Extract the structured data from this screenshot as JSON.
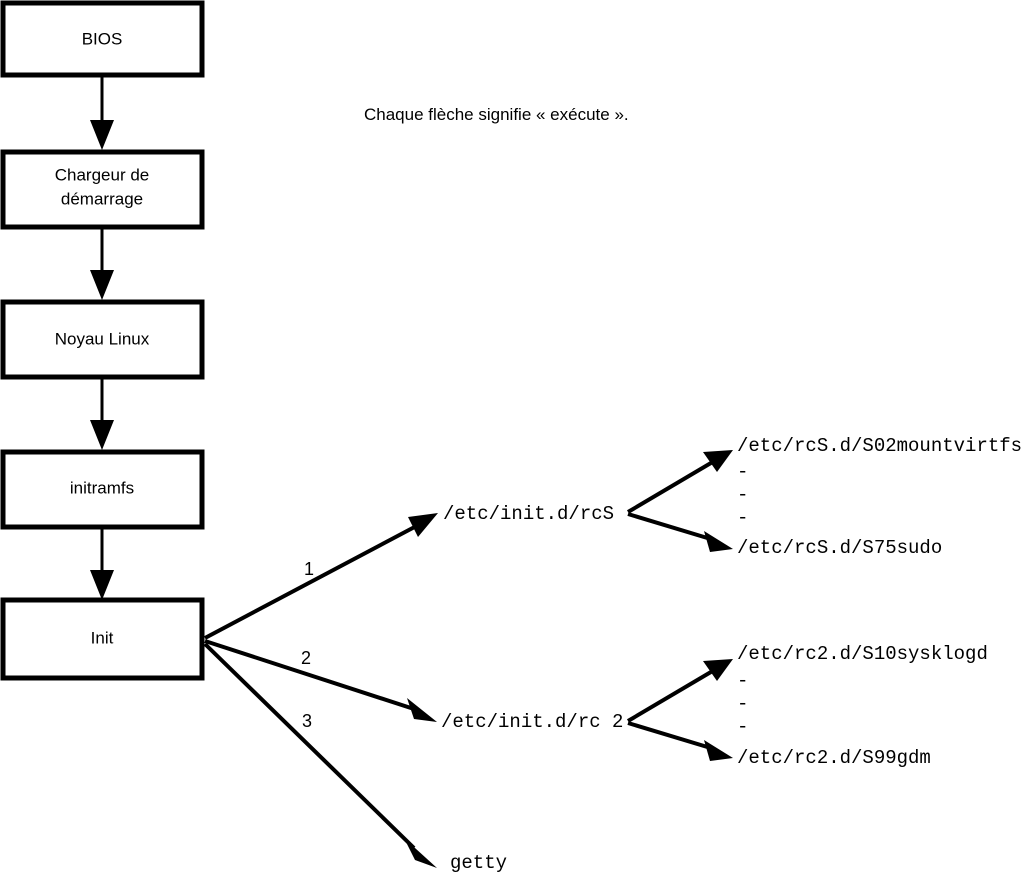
{
  "caption": {
    "text": "Chaque flèche signifie « exécute »."
  },
  "chain": {
    "nodes": [
      {
        "label": "BIOS"
      },
      {
        "label": "Chargeur de",
        "label2": "démarrage"
      },
      {
        "label": "Noyau Linux"
      },
      {
        "label": "initramfs"
      },
      {
        "label": "Init"
      }
    ]
  },
  "branches": {
    "numbers": [
      "1",
      "2",
      "3"
    ],
    "targets": [
      {
        "label": "/etc/init.d/rcS"
      },
      {
        "label": "/etc/init.d/rc 2"
      },
      {
        "label": "getty"
      }
    ]
  },
  "rcs_scripts": {
    "first": "/etc/rcS.d/S02mountvirtfs",
    "last": "/etc/rcS.d/S75sudo",
    "ellipsis": [
      "-",
      "-",
      "-"
    ]
  },
  "rc2_scripts": {
    "first": "/etc/rc2.d/S10sysklogd",
    "last": "/etc/rc2.d/S99gdm",
    "ellipsis": [
      "-",
      "-",
      "-"
    ]
  },
  "colors": {
    "stroke": "#000000",
    "background": "#ffffff",
    "text": "#000000"
  }
}
